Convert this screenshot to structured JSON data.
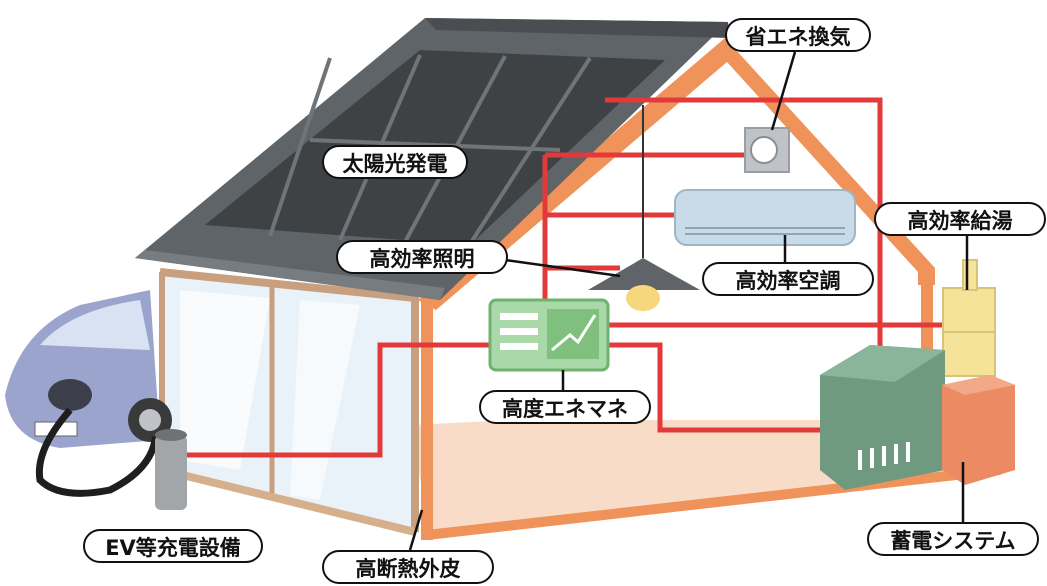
{
  "labels": {
    "solar": "太陽光発電",
    "ventilation": "省エネ換気",
    "lighting": "高効率照明",
    "air_conditioning": "高効率空調",
    "water_heating": "高効率給湯",
    "hems": "高度エネマネ",
    "ev_charger": "EV等充電設備",
    "insulation": "高断熱外皮",
    "storage": "蓄電システム"
  },
  "colors": {
    "wiring": "#e23a3a",
    "roof": "#5f6468",
    "solar_panel": "#3f4245",
    "wall_frame": "#f0935a",
    "floor": "#f8d8c2",
    "hems_panel": "#a9d9a8",
    "car_body": "#9aa4cc",
    "storage_unit": "#6f9a7f",
    "water_heater": "#f6e39a",
    "battery_box": "#ec8a63"
  }
}
